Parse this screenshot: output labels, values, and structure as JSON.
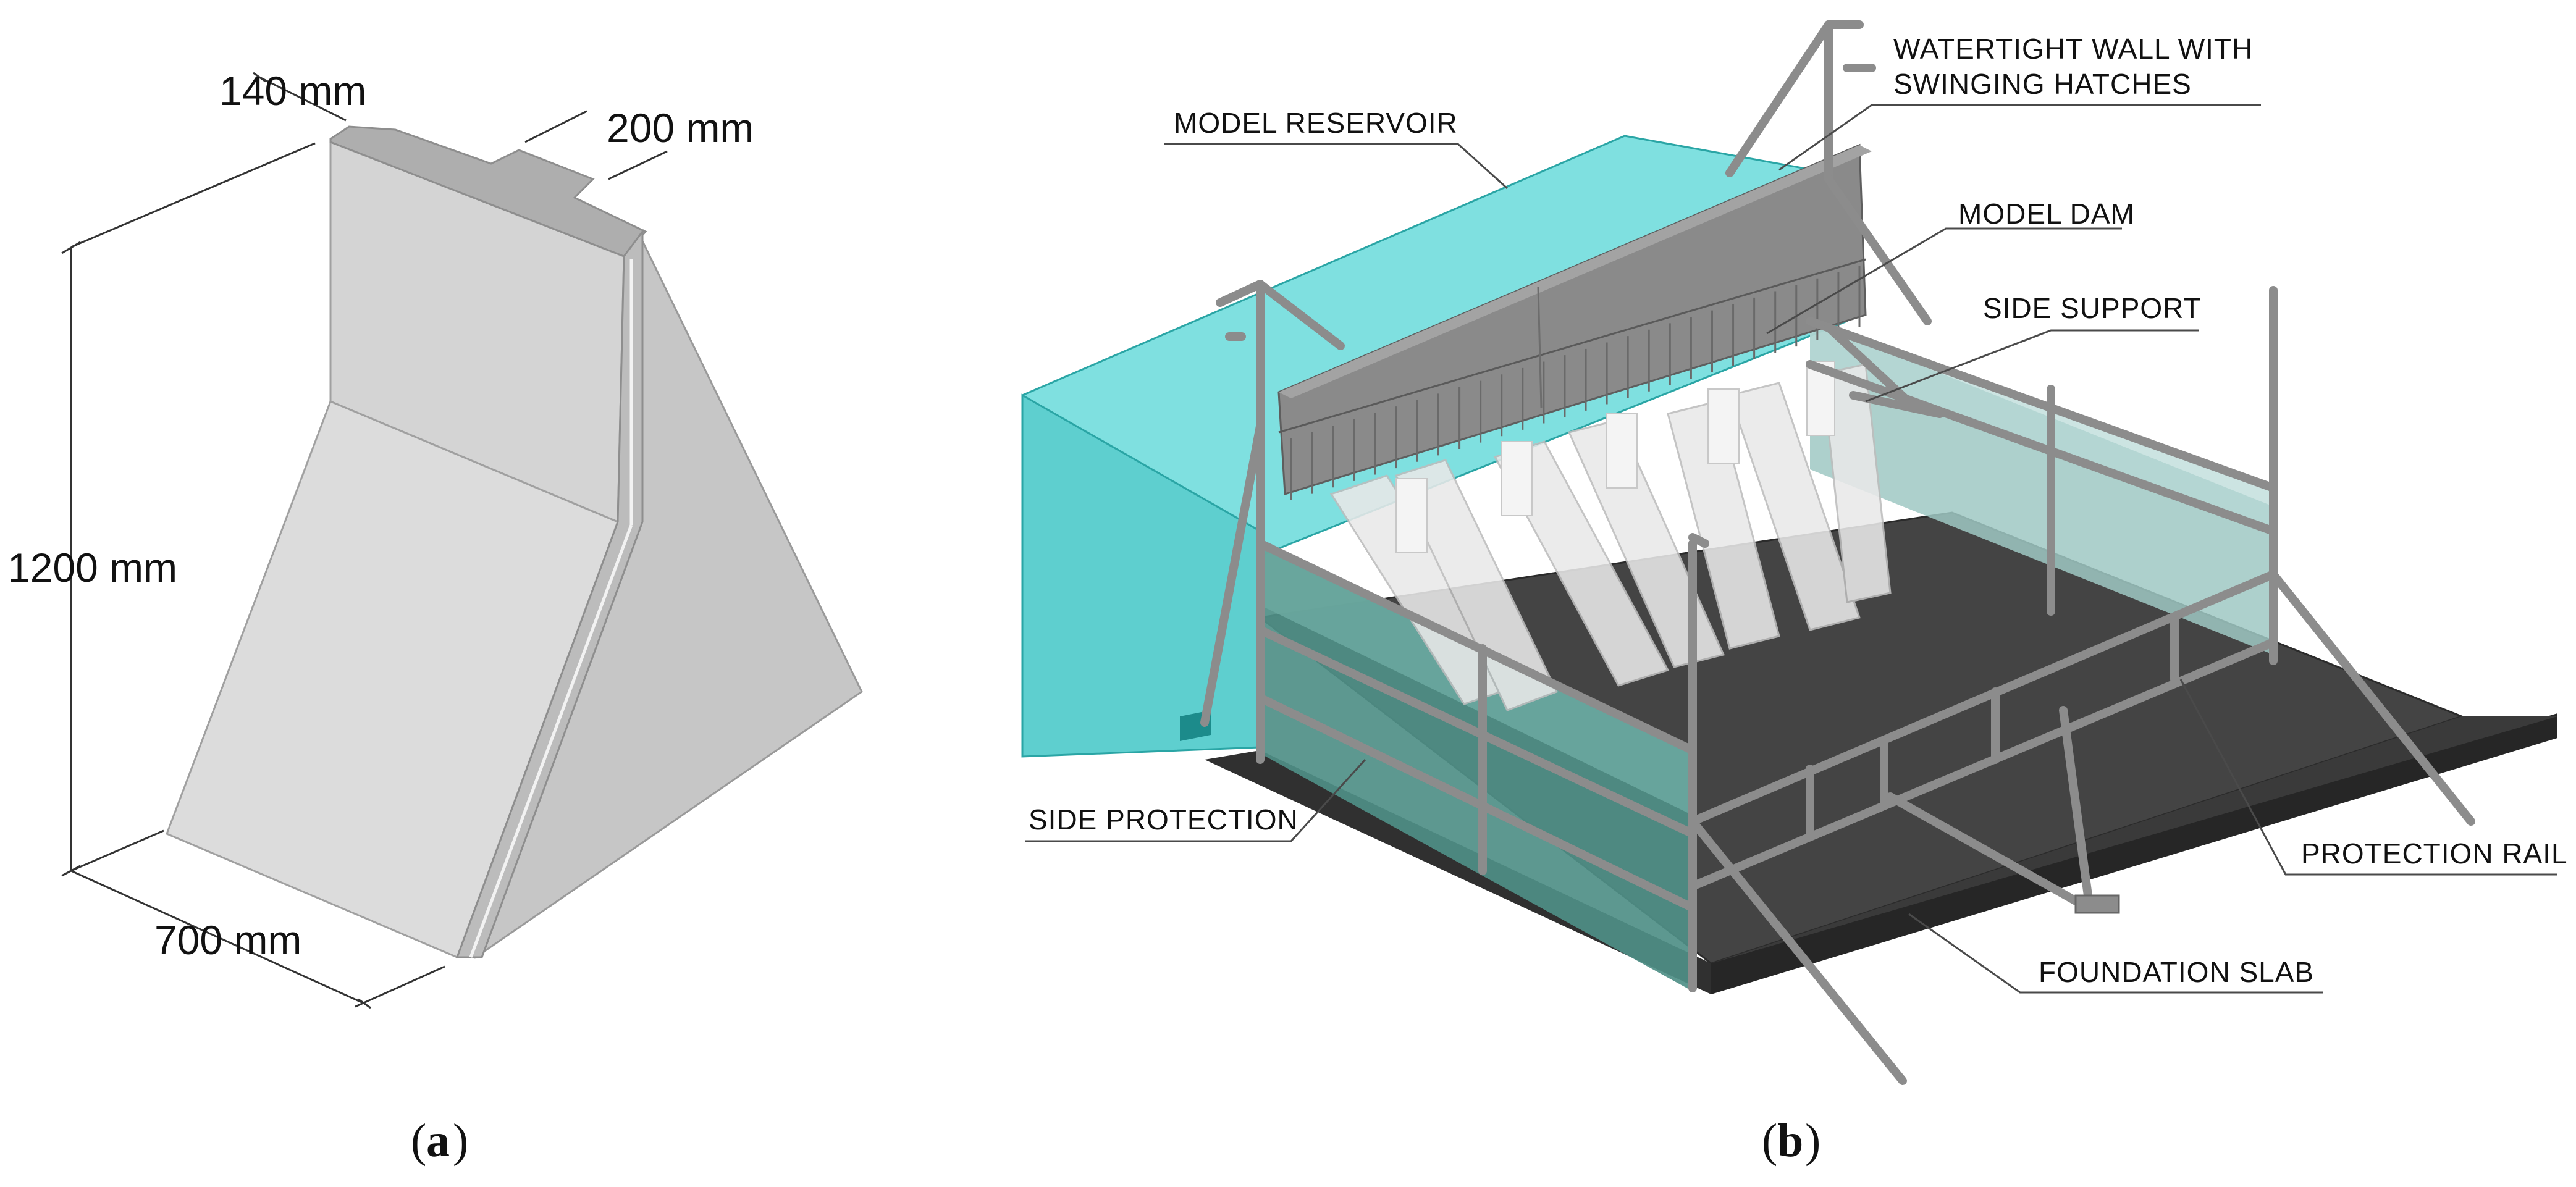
{
  "panel_a": {
    "caption_letter": "a",
    "dimensions": {
      "top_width": "140 mm",
      "step_width": "200 mm",
      "height": "1200 mm",
      "base_length": "700 mm"
    }
  },
  "panel_b": {
    "caption_letter": "b",
    "labels": {
      "model_reservoir": "MODEL RESERVOIR",
      "watertight_wall_line1": "WATERTIGHT WALL WITH",
      "watertight_wall_line2": "SWINGING HATCHES",
      "model_dam": "MODEL DAM",
      "side_support": "SIDE SUPPORT",
      "side_protection": "SIDE PROTECTION",
      "protection_rail": "PROTECTION RAIL",
      "foundation_slab": "FOUNDATION SLAB"
    }
  },
  "colors": {
    "concrete_light": "#dcdcdc",
    "concrete_mid": "#c9c9c9",
    "concrete_dark": "#b5b5b5",
    "reservoir": "#5ecfcf",
    "glass": "#7fb8b2",
    "slab": "#3e3e3e",
    "steel": "#8c8c8c",
    "wall": "#8a8a8a"
  }
}
